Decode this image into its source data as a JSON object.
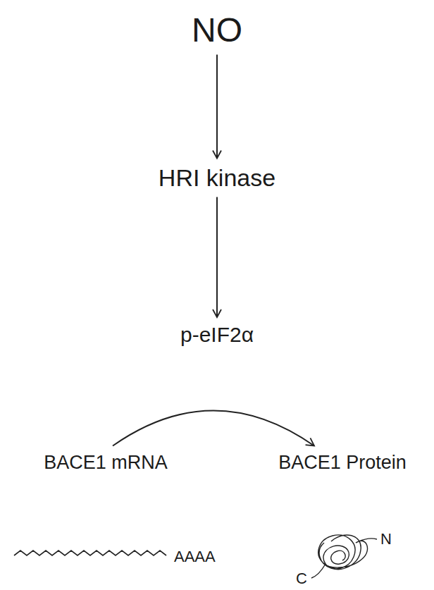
{
  "diagram": {
    "nodes": [
      {
        "text": [
          "NO"
        ]
      },
      {
        "text": [
          "HRI kinase"
        ]
      },
      {
        "text": [
          "p-eIF2α"
        ]
      },
      {
        "text": [
          "BACE1 mRNA"
        ]
      },
      {
        "text": [
          "BACE1 Protein"
        ]
      }
    ],
    "edges": [
      {
        "from": 0,
        "to": 1,
        "arrow": "to"
      },
      {
        "from": 1,
        "to": 2,
        "arrow": "to"
      },
      {
        "from": 3,
        "to": 4,
        "arrow": "to"
      }
    ],
    "labels": [
      "AAAA",
      "N",
      "C"
    ]
  }
}
